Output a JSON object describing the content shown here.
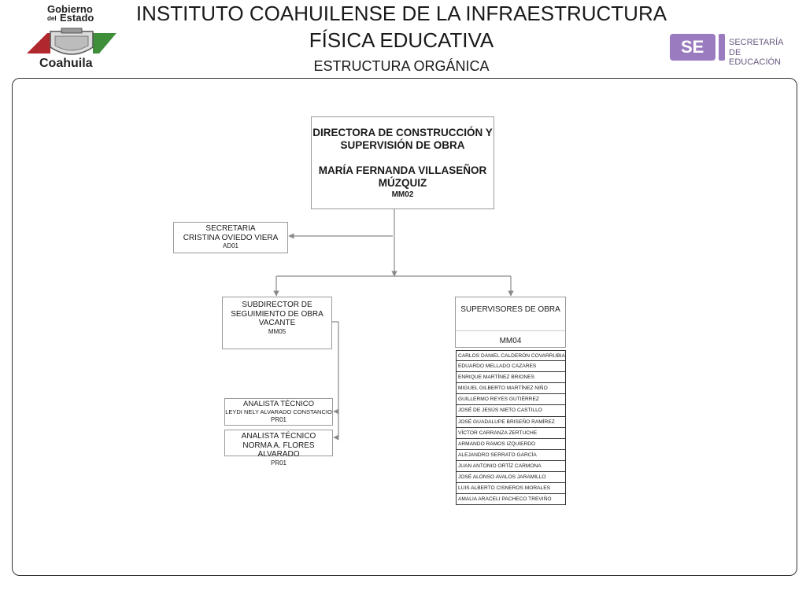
{
  "header": {
    "title_line1": "INSTITUTO COAHUILENSE DE LA INFRAESTRUCTURA",
    "title_line2": "FÍSICA EDUCATIVA",
    "subtitle": "ESTRUCTURA ORGÁNICA"
  },
  "logos": {
    "left": {
      "line1": "Gobierno",
      "line2": "del",
      "line3": "Estado",
      "line4": "Coahuila"
    },
    "right": {
      "abbr": "SE",
      "line1": "SECRETARÍA",
      "line2": "DE EDUCACIÓN"
    }
  },
  "colors": {
    "se_purple": "#9b7bc0",
    "coahuila_red": "#b0282d",
    "coahuila_green": "#3f8f3a"
  },
  "director": {
    "title_line1": "DIRECTORA DE CONSTRUCCIÓN Y",
    "title_line2": "SUPERVISIÓN DE OBRA",
    "name_line1": "MARÍA FERNANDA VILLASEÑOR",
    "name_line2": "MÚZQUIZ",
    "code": "MM02"
  },
  "secretary": {
    "title": "SECRETARIA",
    "name": "CRISTINA OVIEDO VIERA",
    "code": "AD01"
  },
  "subdirector": {
    "title_line1": "SUBDIRECTOR DE",
    "title_line2": "SEGUIMIENTO DE OBRA",
    "name": "VACANTE",
    "code": "MM05"
  },
  "supervisors": {
    "title": "SUPERVISORES DE OBRA",
    "code": "MM04",
    "members": [
      "CARLOS DANIEL CALDERÓN COVARRUBIAS",
      "EDUARDO MELLADO CAZARES",
      "ENRIQUE MARTÍNEZ BRIONES",
      "MIGUEL GILBERTO MARTÍNEZ NIÑO",
      "GUILLERMO REYES GUTIÉRREZ",
      "JOSÉ DE JESÚS NIETO CASTILLO",
      "JOSÉ GUADALUPE BRISEÑO RAMÍREZ",
      "VÍCTOR CARRANZA ZERTUCHE",
      "ARMANDO RAMOS IZQUIERDO",
      "ALEJANDRO SERRATO GARCÍA",
      "JUAN ANTONIO ORTÍZ CARMONA",
      "JOSÉ ALONSO AVALOS JARAMILLO",
      "LUIS ALBERTO CISNEROS MORALES",
      "AMALIA ARACELI PACHECO TREVIÑO"
    ]
  },
  "analysts": [
    {
      "title": "ANALISTA TÉCNICO",
      "name": "LEYDI NELY ALVARADO CONSTANCIO",
      "code": "PR01"
    },
    {
      "title": "ANALISTA TÉCNICO",
      "name": "NORMA A. FLORES ALVARADO",
      "code": "PR01"
    }
  ]
}
